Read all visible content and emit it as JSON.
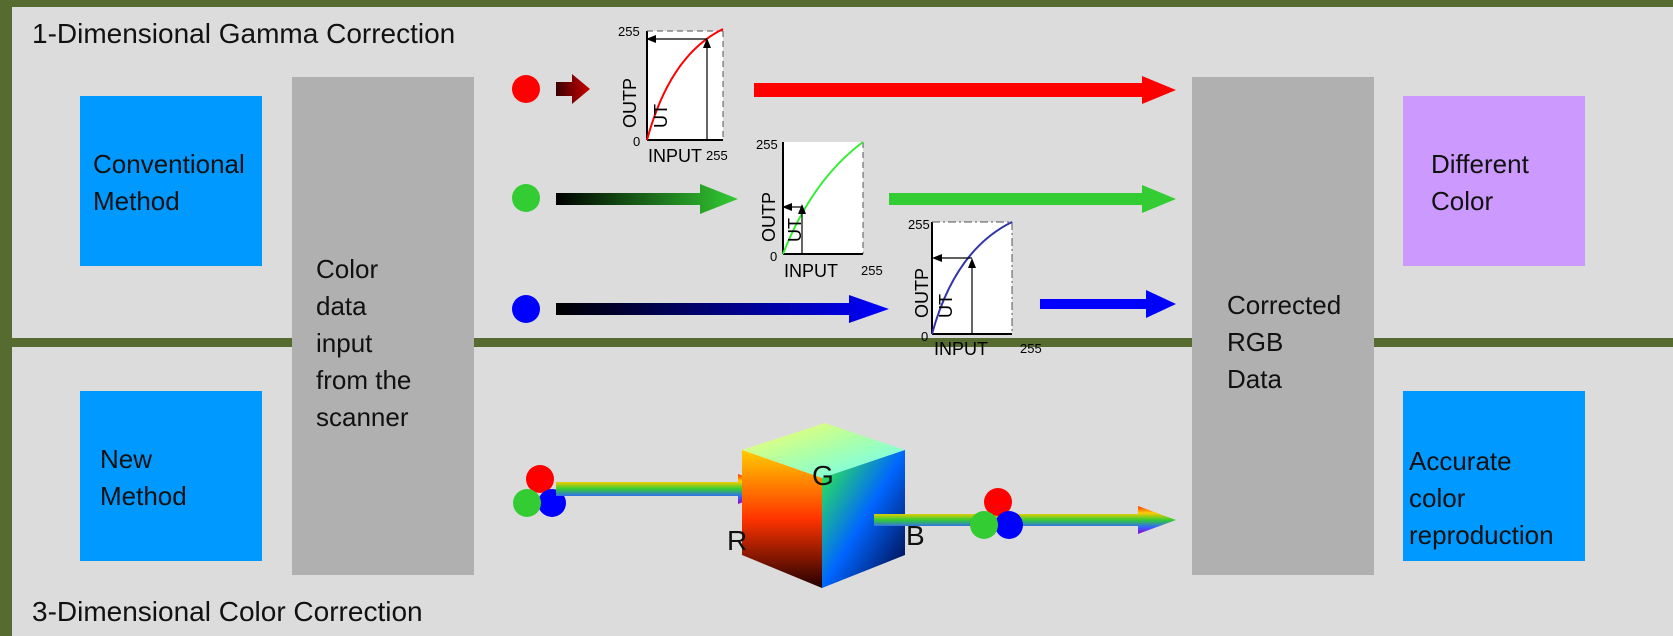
{
  "top_title": "1-Dimensional Gamma Correction",
  "bottom_title": "3-Dimensional Color Correction",
  "conventional_method": "Conventional\nMethod",
  "new_method": "New\nMethod",
  "color_input": "Color\ndata\ninput\nfrom the\nscanner",
  "corrected_rgb": "Corrected\nRGB\nData",
  "different_color": "Different\nColor",
  "accurate_color": "Accurate\ncolor\nreproduction",
  "curve_axis": {
    "output": "OUTP",
    "output2": "UT",
    "input": "INPUT",
    "max": "255",
    "min": "0"
  },
  "cube_labels": {
    "g": "G",
    "r": "R",
    "b": "B"
  },
  "colors": {
    "red": "#ff0000",
    "green": "#33cc33",
    "blue": "#0000ff",
    "panel": "#dcdcdc",
    "border": "#556b2f",
    "method_box": "#0099ff",
    "result_box": "#cc99ff",
    "data_box": "#b0b0b0"
  }
}
